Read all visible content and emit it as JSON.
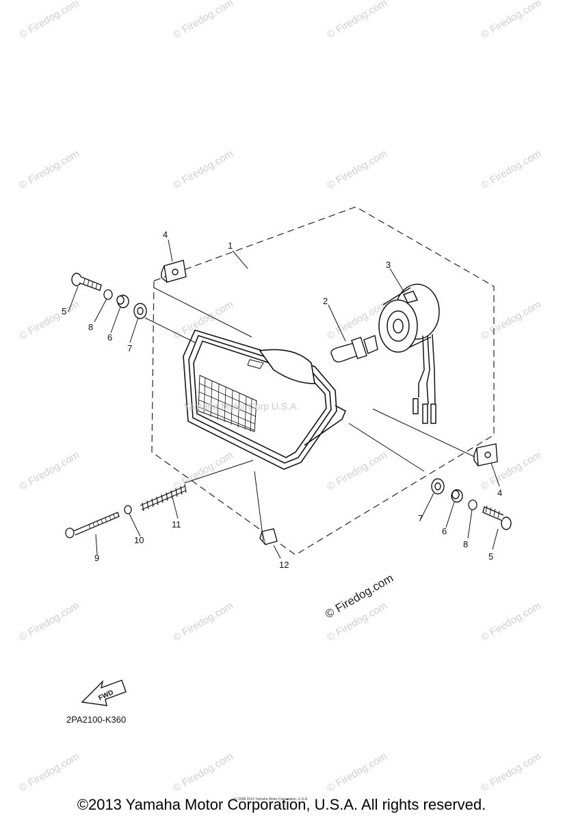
{
  "watermark": "© Firedog.com",
  "watermark_bold": "© Firedog.com",
  "center_watermark": "Yamaha Motor Corp U.S.A.",
  "callouts": {
    "c1": "1",
    "c2": "2",
    "c3": "3",
    "c4a": "4",
    "c4b": "4",
    "c5a": "5",
    "c5b": "5",
    "c6a": "6",
    "c6b": "6",
    "c7a": "7",
    "c7b": "7",
    "c8a": "8",
    "c8b": "8",
    "c9": "9",
    "c10": "10",
    "c11": "11",
    "c12": "12"
  },
  "fwd_label": "FWD",
  "diagram_code": "2PA2100-K360",
  "tiny_print": "(c) 2008 2016 Yamaha Motor Corporation, U.S.A.",
  "footer_copyright": "©2013 Yamaha Motor Corporation, U.S.A. All rights reserved."
}
